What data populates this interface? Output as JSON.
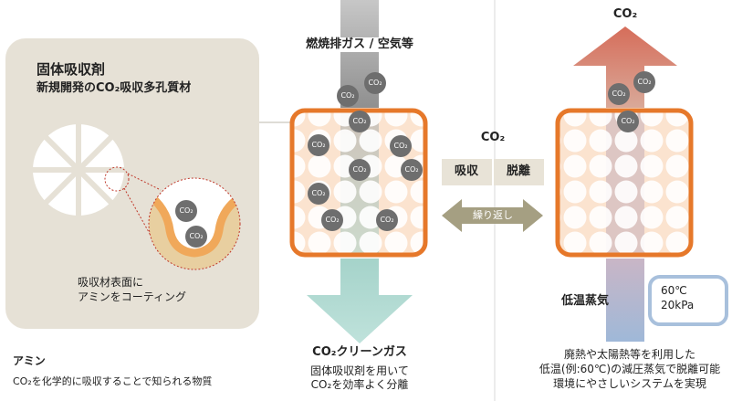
{
  "sorbent_panel": {
    "title": "固体吸収剤",
    "subtitle": "新規開発のCO₂吸収多孔質材",
    "coating_line1": "吸収材表面に",
    "coating_line2": "アミンをコーティング"
  },
  "amine_note": {
    "title": "アミン",
    "description": "CO₂を化学的に吸収することで知られる物質"
  },
  "absorption": {
    "input_label": "燃焼排ガス / 空気等",
    "output_title": "CO₂クリーンガス",
    "output_line1": "固体吸収剤を用いて",
    "output_line2": "CO₂を効率よく分離"
  },
  "cycle": {
    "co2_label": "CO₂",
    "absorb_label": "吸収",
    "desorb_label": "脱離",
    "repeat_label": "繰り返し"
  },
  "desorption": {
    "output_label": "CO₂",
    "steam_label": "低温蒸気",
    "temperature": "60℃",
    "pressure": "20kPa",
    "desc_line1": "廃熱や太陽熱等を利用した",
    "desc_line2": "低温(例:60℃)の減圧蒸気で脱離可能",
    "desc_line3": "環境にやさしいシステムを実現"
  },
  "molecule_label": "CO₂",
  "colors": {
    "panel_bg": "#e6e1d6",
    "box_orange": "#e6782a",
    "inflow_gray": "#9e9e9e",
    "clean_teal": "#a5d3ca",
    "co2_red": "#d98372",
    "steam_blue": "#a8c0dc",
    "molecule_gray": "#6e6e6e",
    "repeat_olive": "#a59f82"
  }
}
